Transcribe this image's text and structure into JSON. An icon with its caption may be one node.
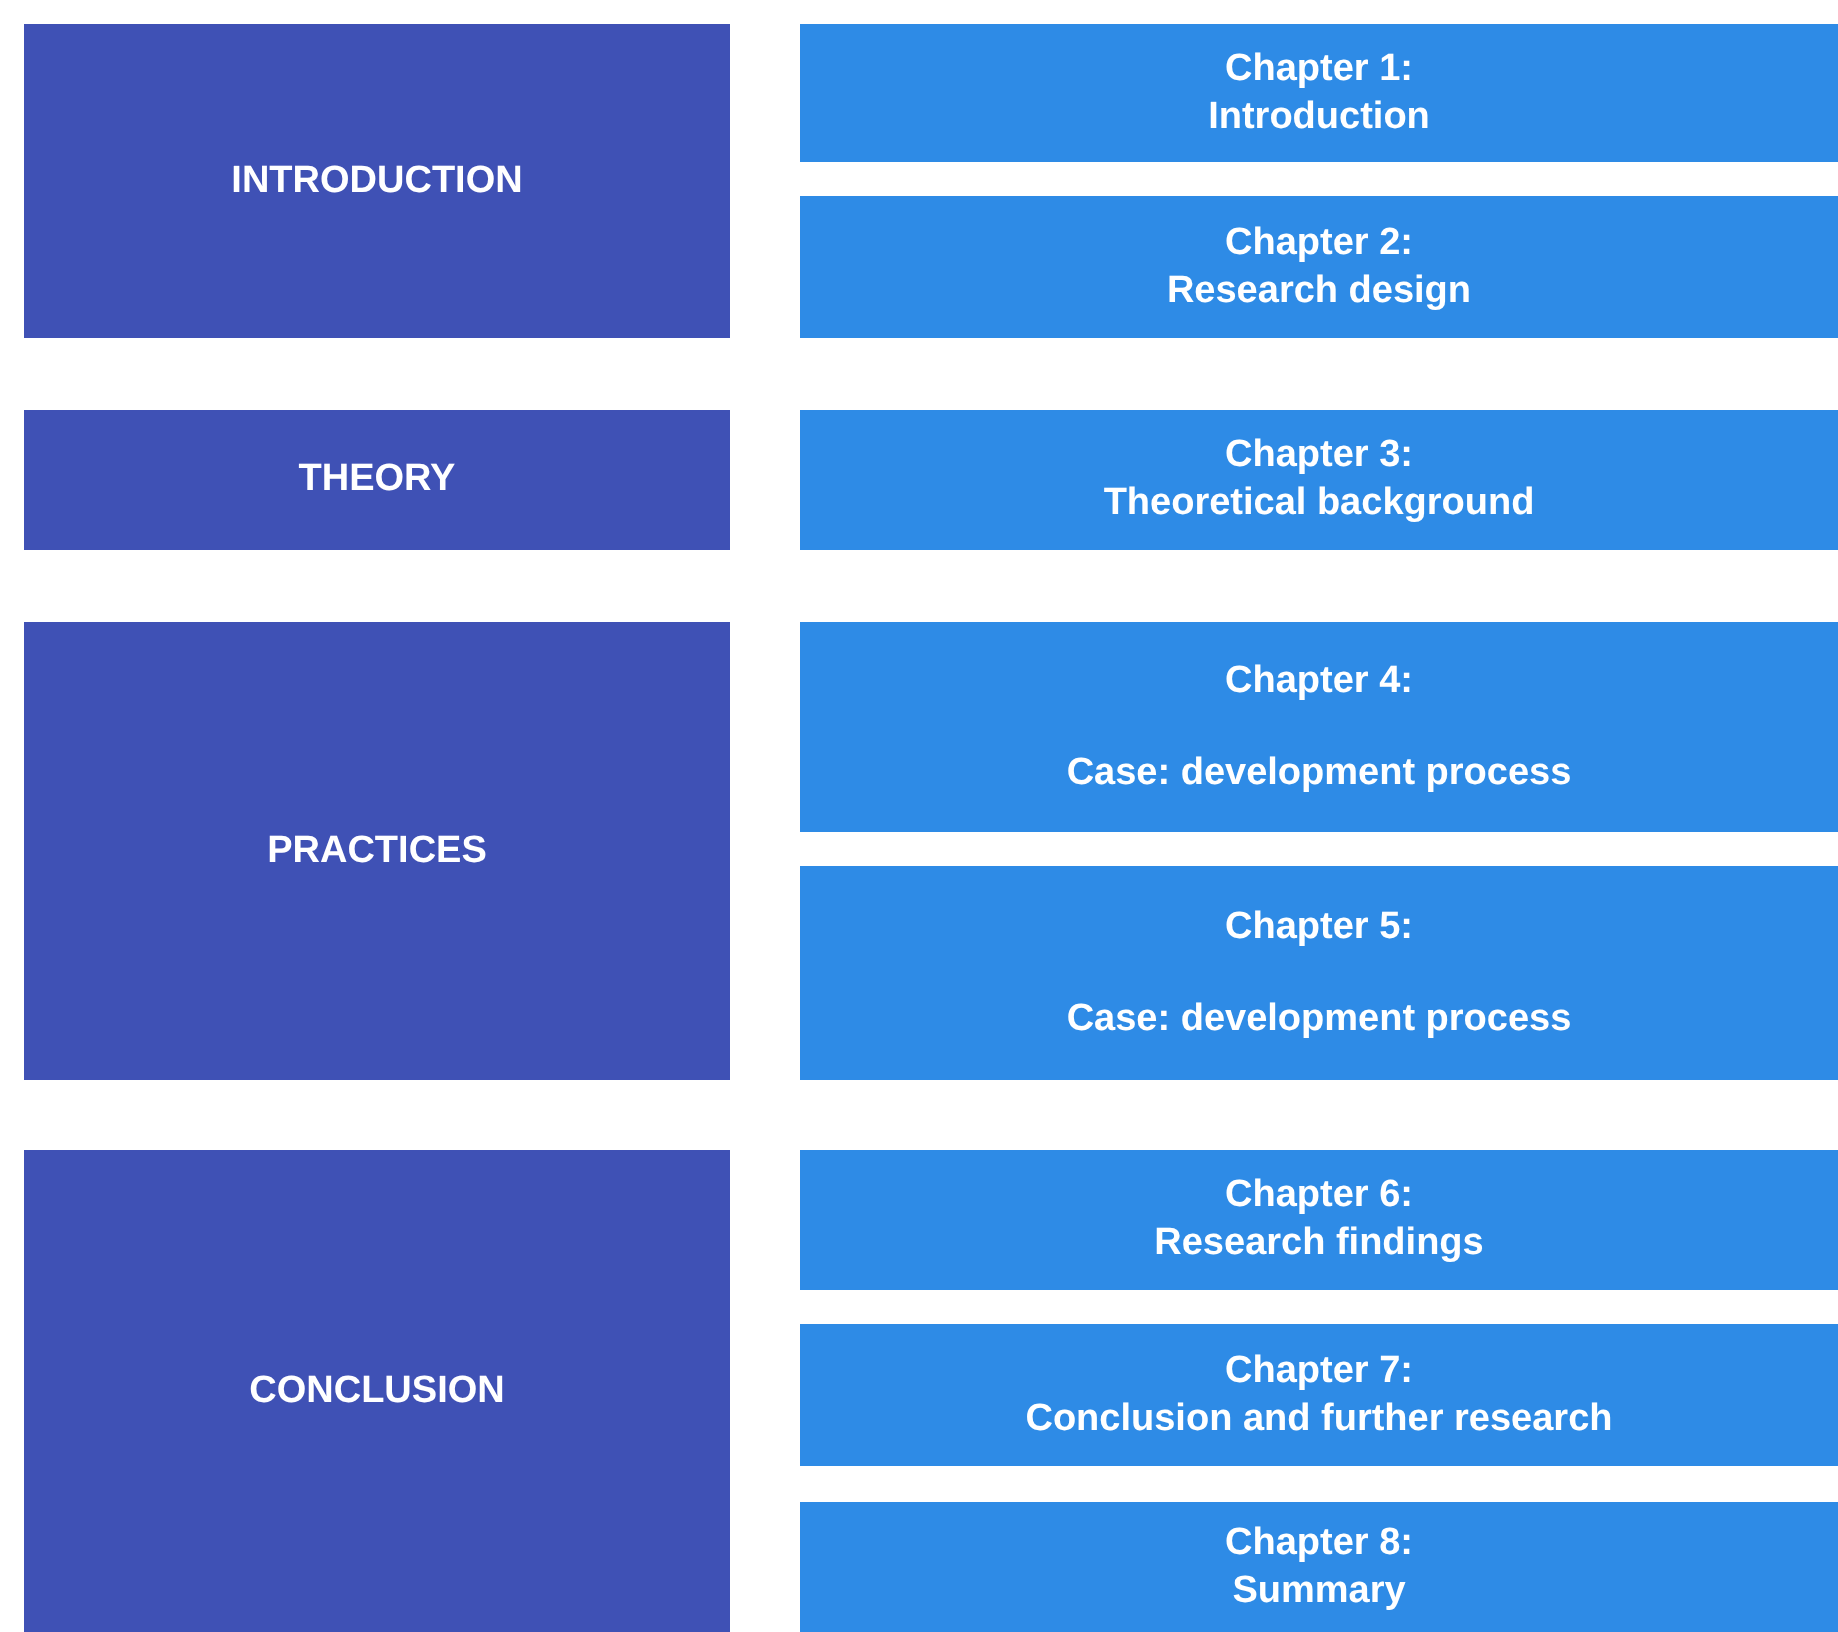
{
  "diagram": {
    "nodes": [
      {
        "text": [
          "INTRODUCTION"
        ]
      },
      {
        "text": [
          "Chapter 1:",
          "Introduction"
        ]
      },
      {
        "text": [
          "Chapter 2:",
          "Research design"
        ]
      },
      {
        "text": [
          "THEORY"
        ]
      },
      {
        "text": [
          "Chapter 3:",
          "Theoretical background"
        ]
      },
      {
        "text": [
          "PRACTICES"
        ]
      },
      {
        "text": [
          "Chapter 4:",
          "Case: development process"
        ]
      },
      {
        "text": [
          "Chapter 5:",
          "Case: development process"
        ]
      },
      {
        "text": [
          "CONCLUSION"
        ]
      },
      {
        "text": [
          "Chapter 6:",
          "Research findings"
        ]
      },
      {
        "text": [
          "Chapter 7:",
          "Conclusion and further research"
        ]
      },
      {
        "text": [
          "Chapter 8:",
          "Summary"
        ]
      }
    ]
  }
}
